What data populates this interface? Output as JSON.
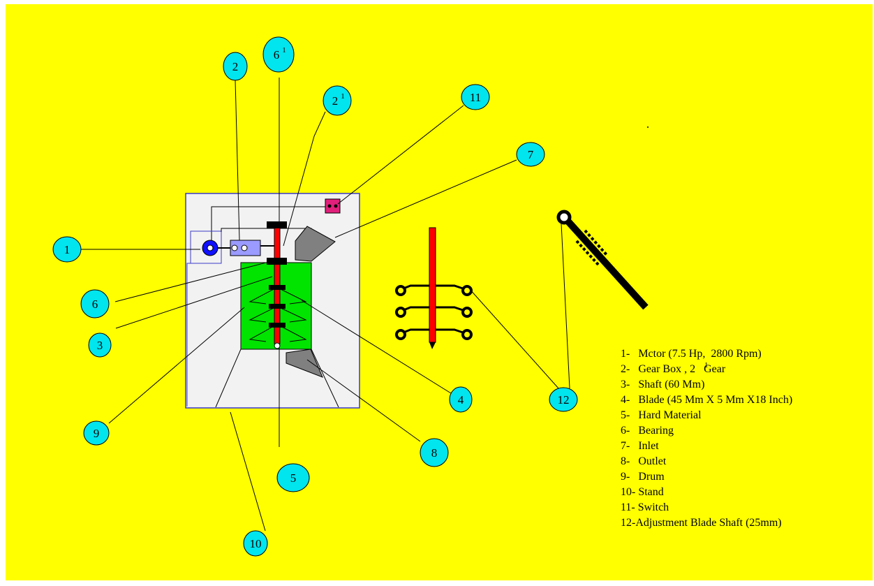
{
  "colors": {
    "background": "#ffff00",
    "callout_fill": "#00e5ee",
    "drum": "#00e400",
    "shaft": "#ff0000",
    "frame": "#f2f2f2",
    "chute": "#808080",
    "switch": "#e0207a",
    "motor": "#1010ff",
    "gearbox": "#9a9aff"
  },
  "callouts": [
    {
      "id": "1",
      "text": "1"
    },
    {
      "id": "2",
      "text": "2"
    },
    {
      "id": "2s",
      "text": "2",
      "sup": "1"
    },
    {
      "id": "3",
      "text": "3"
    },
    {
      "id": "4",
      "text": "4"
    },
    {
      "id": "5",
      "text": "5"
    },
    {
      "id": "6",
      "text": "6"
    },
    {
      "id": "6s",
      "text": "6",
      "sup": "1"
    },
    {
      "id": "7",
      "text": "7"
    },
    {
      "id": "8",
      "text": "8"
    },
    {
      "id": "9",
      "text": "9"
    },
    {
      "id": "10",
      "text": "10"
    },
    {
      "id": "11",
      "text": "11"
    },
    {
      "id": "12",
      "text": "12"
    }
  ],
  "legend": [
    "1-   Mctor (7.5 Hp,  2800 Rpm)",
    "2-   Gear Box , 2   Gear",
    "3-   Shaft (60 Mm)",
    "4-   Blade (45 Mm X 5 Mm X18 Inch)",
    "5-   Hard Material",
    "6-   Bearing",
    "7-   Inlet",
    "8-   Outlet",
    "9-   Drum",
    "10- Stand",
    "11- Switch",
    "12-Adjustment Blade Shaft (25mm)"
  ],
  "legend_sup": "1"
}
